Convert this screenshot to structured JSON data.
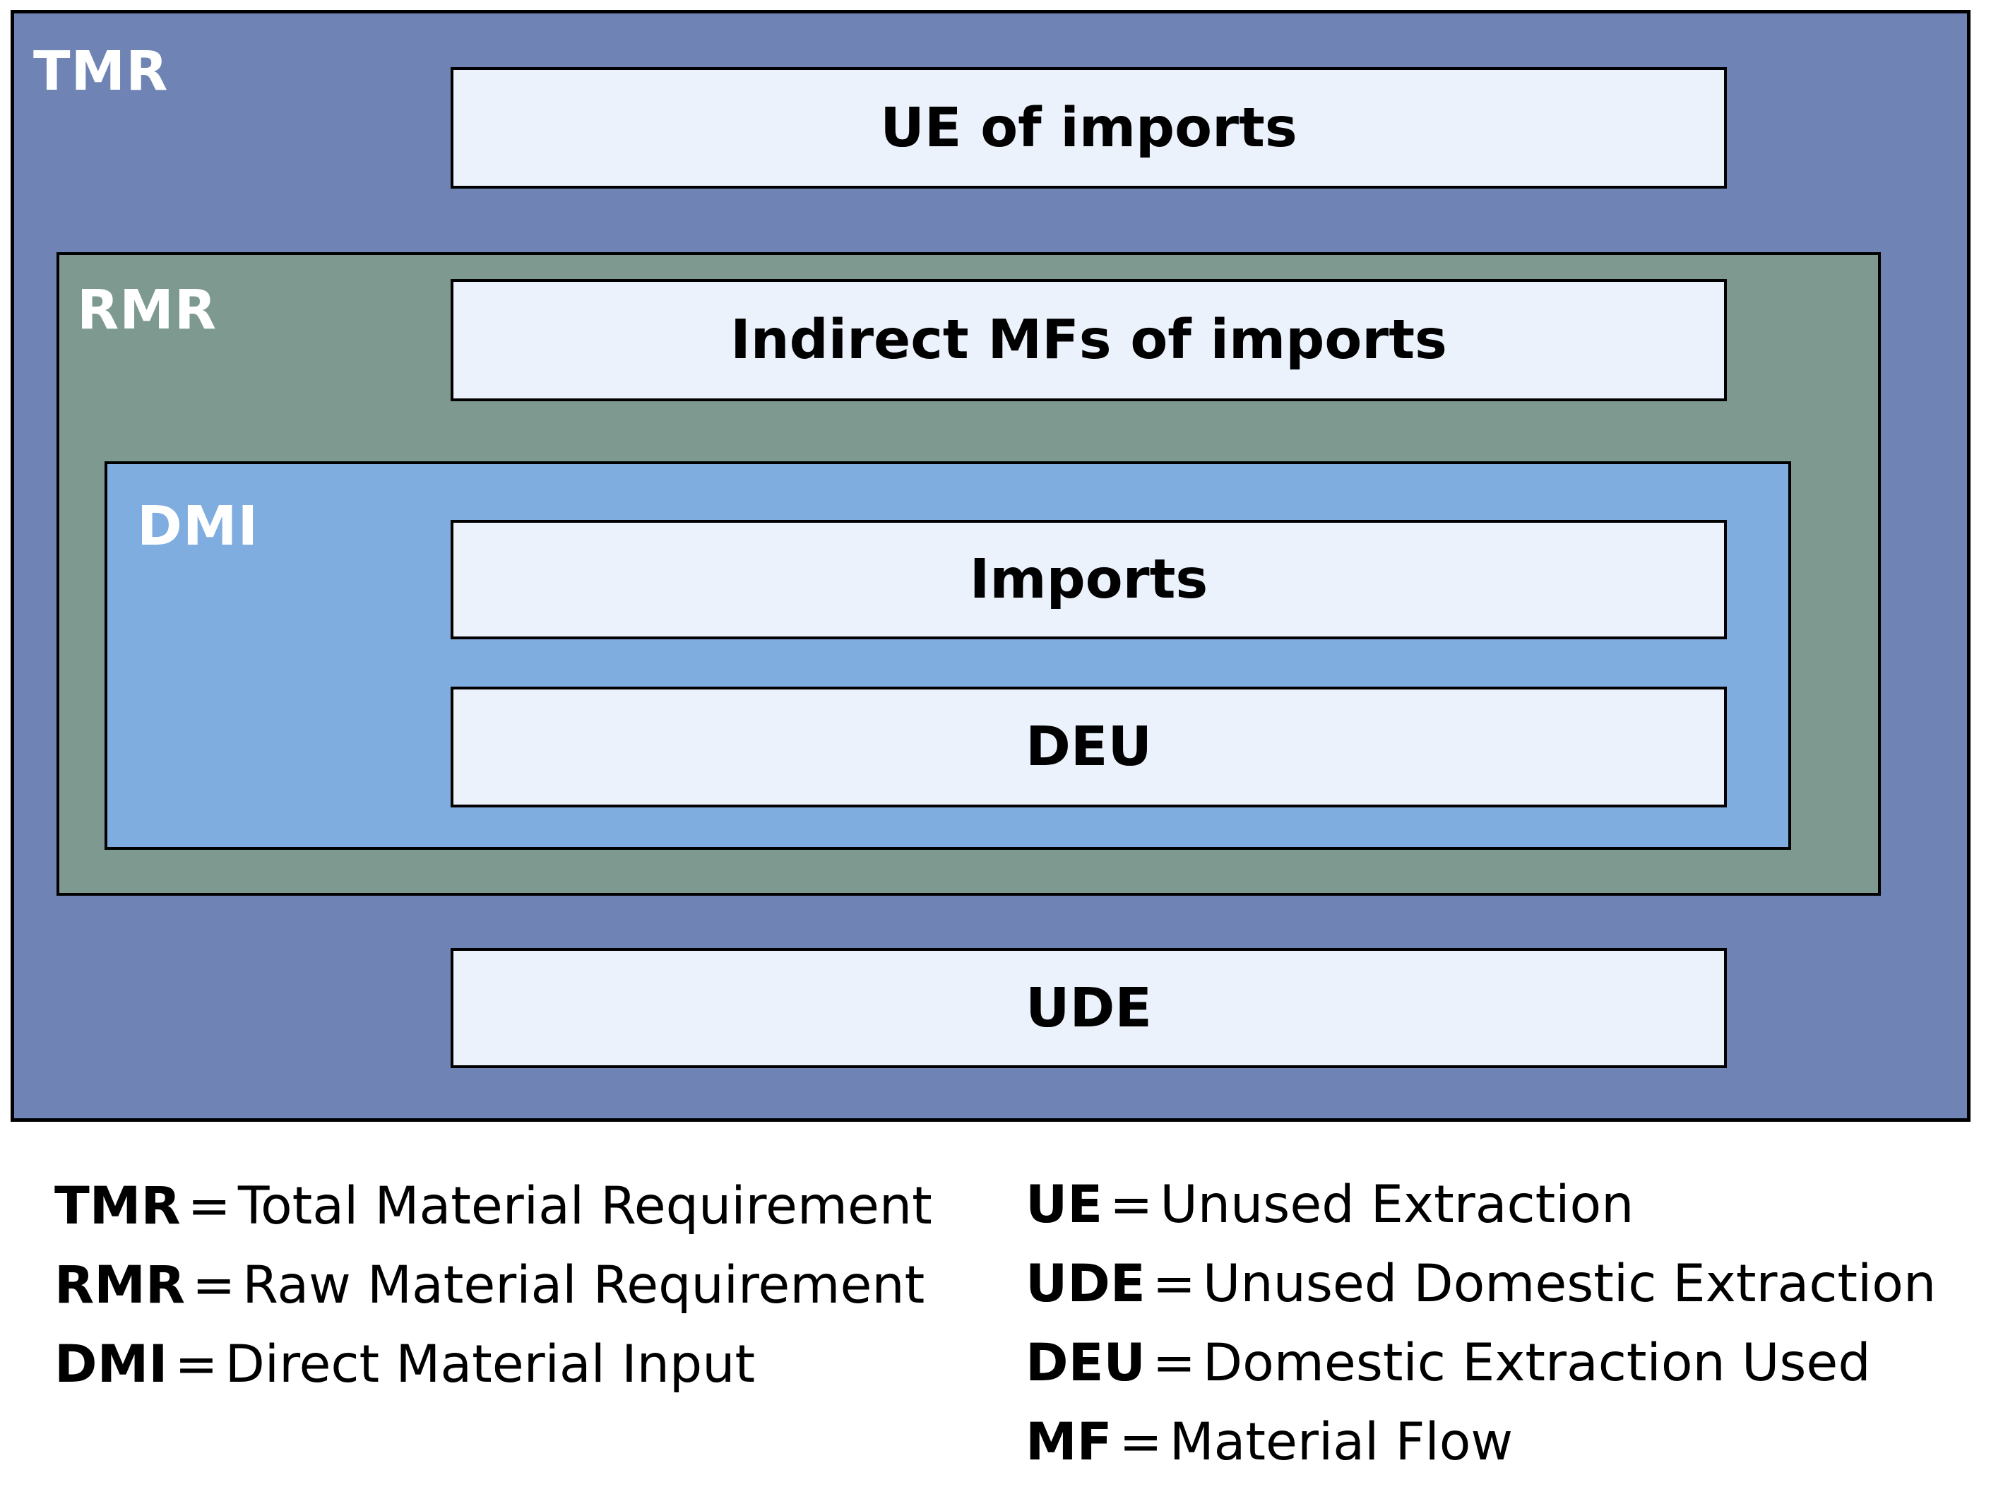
{
  "diagram": {
    "zones": [
      {
        "id": "tmr",
        "label": "TMR"
      },
      {
        "id": "rmr",
        "label": "RMR"
      },
      {
        "id": "dmi",
        "label": "DMI"
      }
    ],
    "boxes": [
      {
        "id": "ue_of_imports",
        "label": "UE of imports"
      },
      {
        "id": "indirect_mfs_of_imports",
        "label": "Indirect MFs of imports"
      },
      {
        "id": "imports",
        "label": "Imports"
      },
      {
        "id": "deu",
        "label": "DEU"
      },
      {
        "id": "ude",
        "label": "UDE"
      }
    ],
    "colors": {
      "tmr_zone": "#6F84B4",
      "rmr_zone": "#7D9990",
      "dmi_zone": "#80ADDF",
      "item_box": "#EBF2FB",
      "border": "#000000",
      "zone_label_text": "#FFFFFF",
      "box_label_text": "#000000"
    }
  },
  "legend": {
    "equals": "=",
    "left": [
      {
        "abbr": "TMR",
        "definition": "Total Material Requirement"
      },
      {
        "abbr": "RMR",
        "definition": "Raw Material Requirement"
      },
      {
        "abbr": "DMI",
        "definition": "Direct Material Input"
      }
    ],
    "right": [
      {
        "abbr": "UE",
        "definition": "Unused Extraction"
      },
      {
        "abbr": "UDE",
        "definition": "Unused Domestic Extraction"
      },
      {
        "abbr": "DEU",
        "definition": "Domestic Extraction Used"
      },
      {
        "abbr": "MF",
        "definition": "Material Flow"
      }
    ]
  }
}
